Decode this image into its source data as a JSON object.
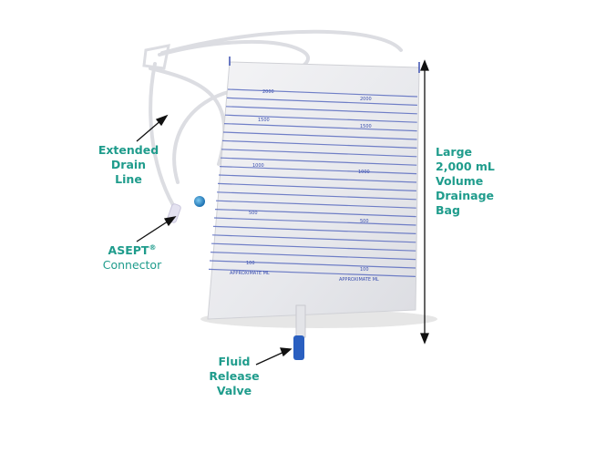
{
  "labels": {
    "drain_line": [
      "Extended",
      "Drain",
      "Line"
    ],
    "connector": {
      "name": "ASEPT",
      "mark": "®",
      "line2": "Connector"
    },
    "valve": [
      "Fluid",
      "Release",
      "Valve"
    ],
    "bag": [
      "Large",
      "2,000 mL",
      "Volume",
      "Drainage",
      "Bag"
    ]
  },
  "bag_scale": {
    "marks": [
      "2000",
      "1500",
      "1000",
      "500",
      "100"
    ],
    "unit": "APPROXIMATE ML"
  },
  "colors": {
    "label_text": "#1f9c8c",
    "scale_lines": "#3a4fb0",
    "valve": "#2a5fc0"
  }
}
